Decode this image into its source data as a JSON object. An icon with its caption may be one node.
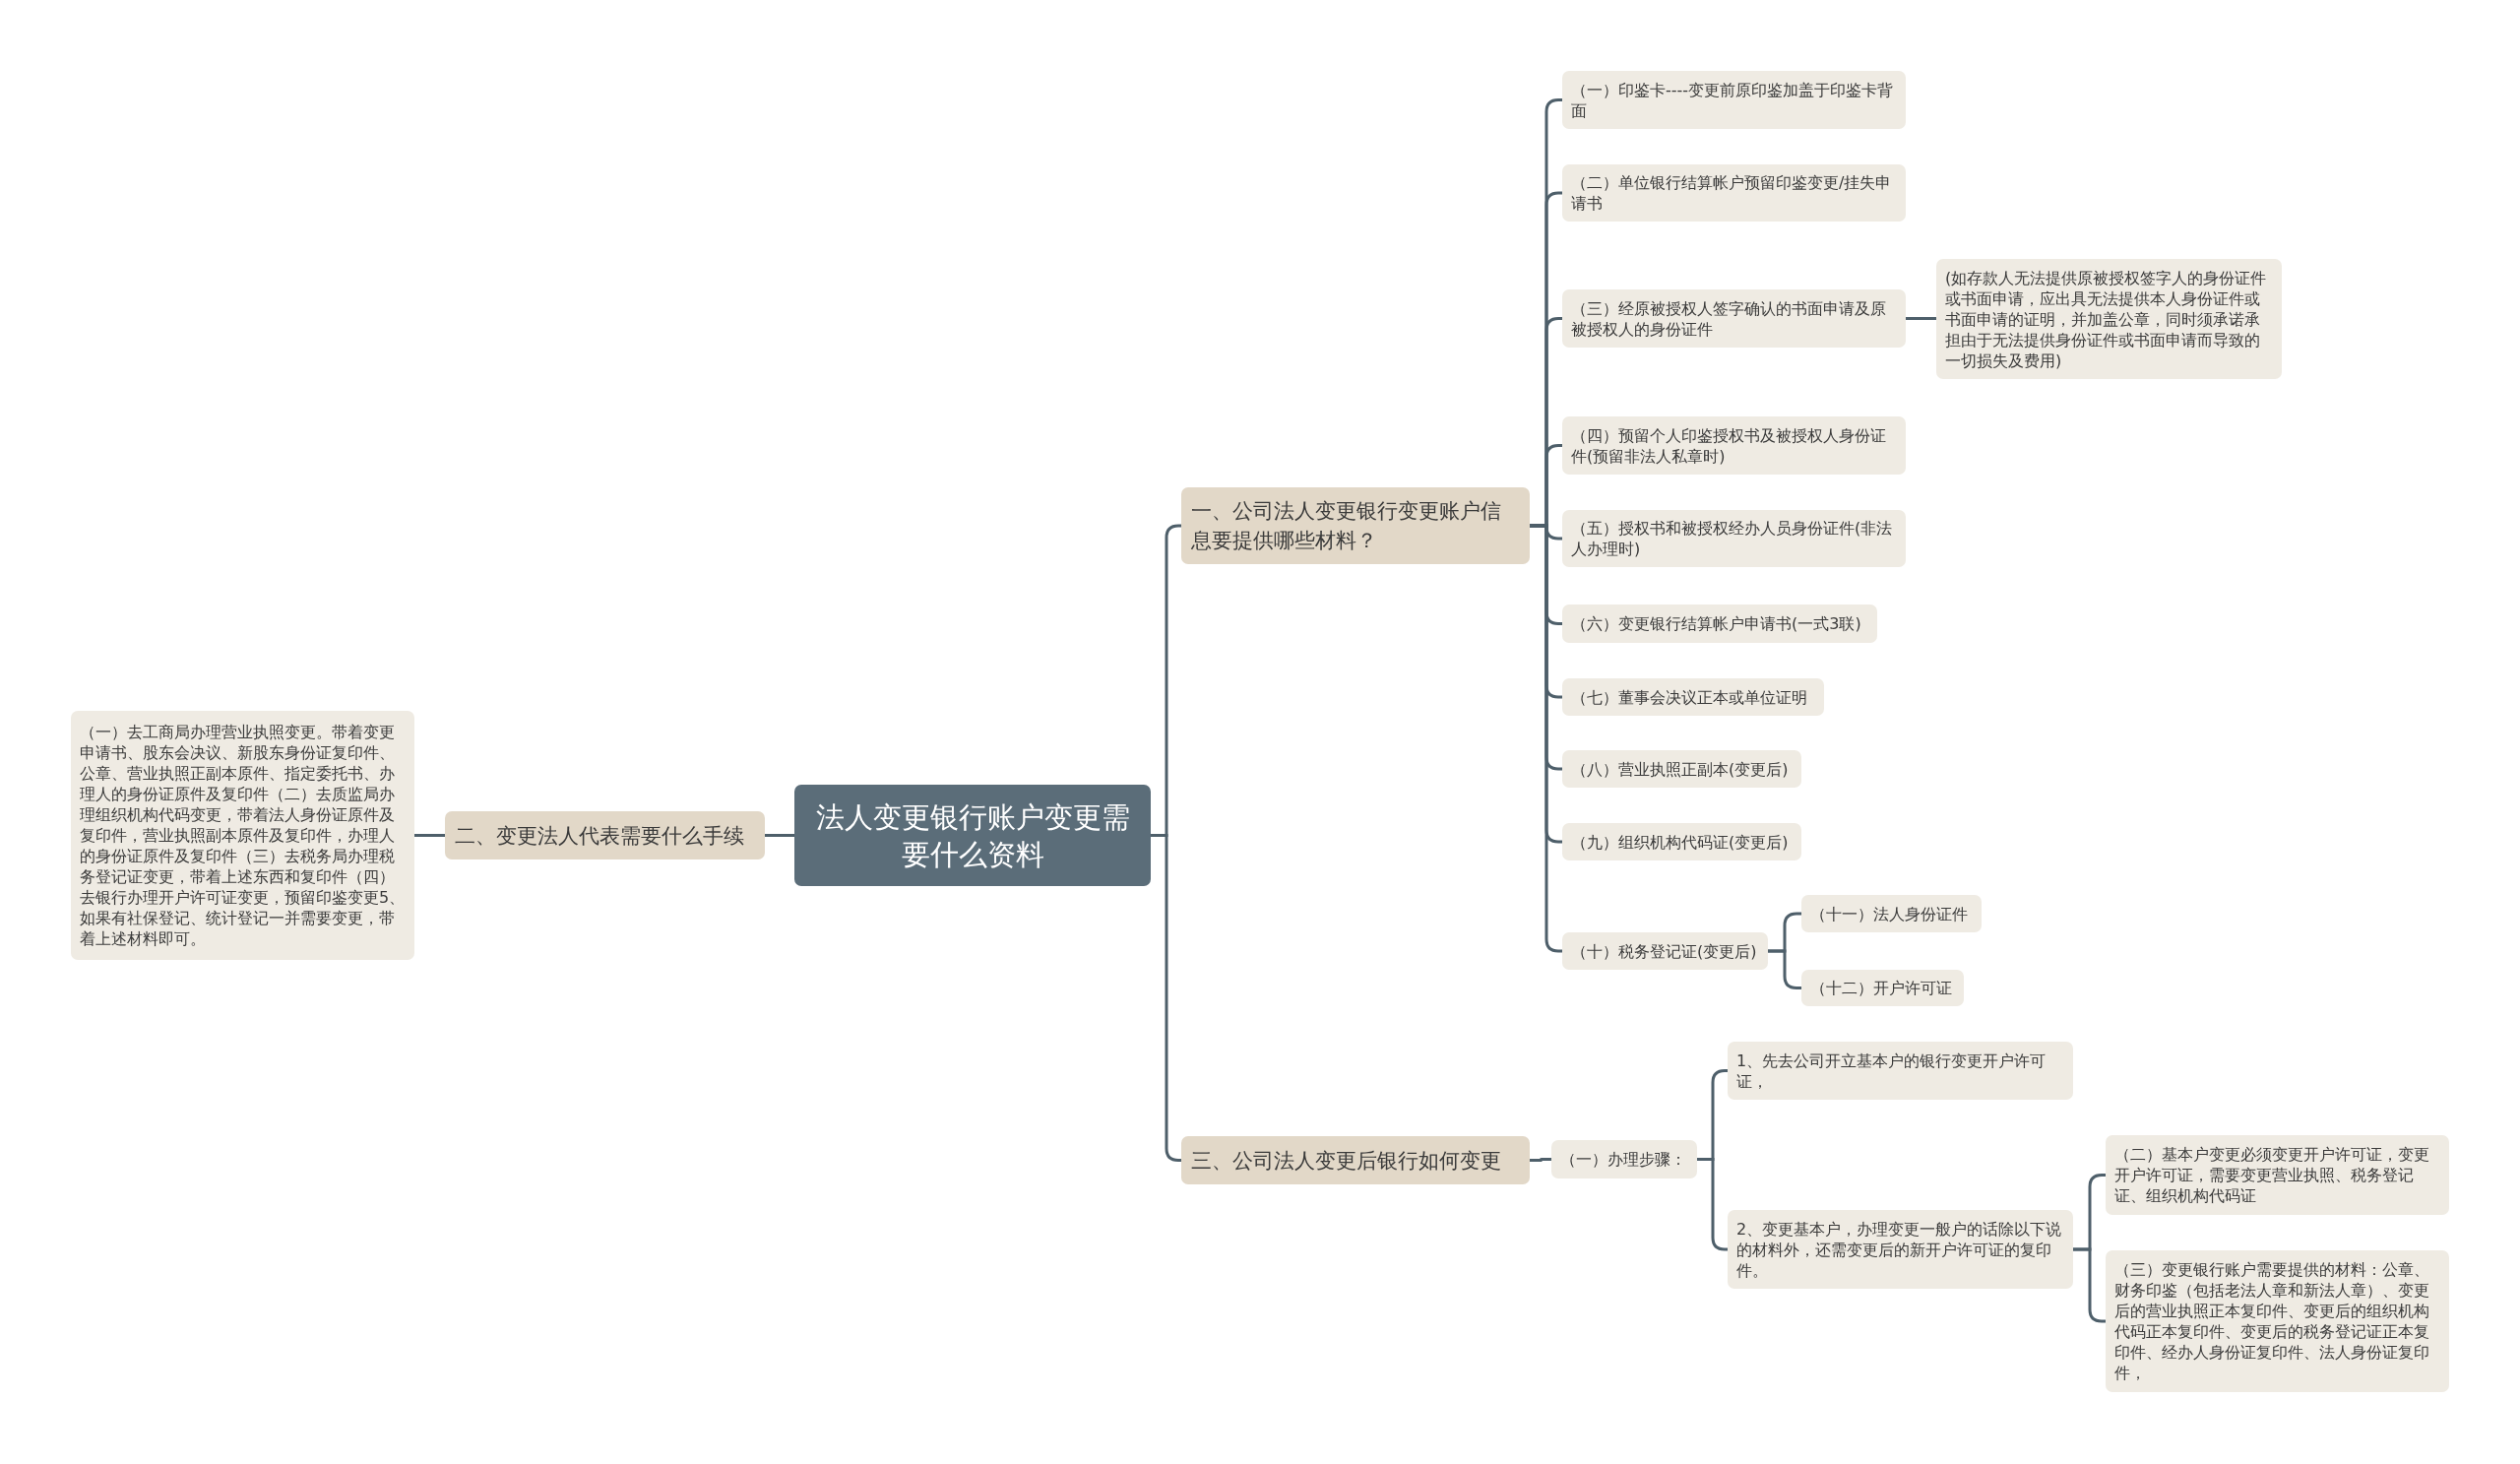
{
  "diagram": {
    "nodes": [
      {
        "text": [
          "法人变更银行账户变更需要什么资料"
        ]
      },
      {
        "text": [
          "一、公司法人变更银行变更账户信息要提供哪些材料？"
        ]
      },
      {
        "text": [
          "（一）印鉴卡----变更前原印鉴加盖于印鉴卡背面"
        ]
      },
      {
        "text": [
          "（二）单位银行结算帐户预留印鉴变更/挂失申请书"
        ]
      },
      {
        "text": [
          "（三）经原被授权人签字确认的书面申请及原被授权人的身份证件"
        ]
      },
      {
        "text": [
          "(如存款人无法提供原被授权签字人的身份证件或书面申请，应出具无法提供本人身份证件或书面申请的证明，并加盖公章，同时须承诺承担由于无法提供身份证件或书面申请而导致的一切损失及费用)"
        ]
      },
      {
        "text": [
          "（四）预留个人印鉴授权书及被授权人身份证件(预留非法人私章时)"
        ]
      },
      {
        "text": [
          "（五）授权书和被授权经办人员身份证件(非法人办理时)"
        ]
      },
      {
        "text": [
          "（六）变更银行结算帐户申请书(一式3联)"
        ]
      },
      {
        "text": [
          "（七）董事会决议正本或单位证明"
        ]
      },
      {
        "text": [
          "（八）营业执照正副本(变更后)"
        ]
      },
      {
        "text": [
          "（九）组织机构代码证(变更后)"
        ]
      },
      {
        "text": [
          "（十）税务登记证(变更后)"
        ]
      },
      {
        "text": [
          "（十一）法人身份证件"
        ]
      },
      {
        "text": [
          "（十二）开户许可证"
        ]
      },
      {
        "text": [
          "三、公司法人变更后银行如何变更"
        ]
      },
      {
        "text": [
          "（一）办理步骤："
        ]
      },
      {
        "text": [
          "1、先去公司开立基本户的银行变更开户许可证，"
        ]
      },
      {
        "text": [
          "2、变更基本户，办理变更一般户的话除以下说的材料外，还需变更后的新开户许可证的复印件。"
        ]
      },
      {
        "text": [
          "（二）基本户变更必须变更开户许可证，变更开户许可证，需要变更营业执照、税务登记证、组织机构代码证"
        ]
      },
      {
        "text": [
          "（三）变更银行账户需要提供的材料：公章、财务印鉴（包括老法人章和新法人章）、变更后的营业执照正本复印件、变更后的组织机构代码正本复印件、变更后的税务登记证正本复印件、经办人身份证复印件、法人身份证复印件，"
        ]
      },
      {
        "text": [
          "二、变更法人代表需要什么手续"
        ]
      },
      {
        "text": [
          "（一）去工商局办理营业执照变更。带着变更申请书、股东会决议、新股东身份证复印件、公章、营业执照正副本原件、指定委托书、办理人的身份证原件及复印件（二）去质监局办理组织机构代码变更，带着法人身份证原件及复印件，营业执照副本原件及复印件，办理人的身份证原件及复印件（三）去税务局办理税务登记证变更，带着上述东西和复印件（四）去银行办理开户许可证变更，预留印鉴变更5、如果有社保登记、统计登记一并需要变更，带着上述材料即可。"
        ]
      }
    ],
    "edges": [
      {
        "from": 0,
        "to": 1,
        "arrow": "none"
      },
      {
        "from": 1,
        "to": 2,
        "arrow": "none"
      },
      {
        "from": 1,
        "to": 3,
        "arrow": "none"
      },
      {
        "from": 1,
        "to": 4,
        "arrow": "none"
      },
      {
        "from": 4,
        "to": 5,
        "arrow": "none"
      },
      {
        "from": 1,
        "to": 6,
        "arrow": "none"
      },
      {
        "from": 1,
        "to": 7,
        "arrow": "none"
      },
      {
        "from": 1,
        "to": 8,
        "arrow": "none"
      },
      {
        "from": 1,
        "to": 9,
        "arrow": "none"
      },
      {
        "from": 1,
        "to": 10,
        "arrow": "none"
      },
      {
        "from": 1,
        "to": 11,
        "arrow": "none"
      },
      {
        "from": 1,
        "to": 12,
        "arrow": "none"
      },
      {
        "from": 12,
        "to": 13,
        "arrow": "none"
      },
      {
        "from": 12,
        "to": 14,
        "arrow": "none"
      },
      {
        "from": 0,
        "to": 15,
        "arrow": "none"
      },
      {
        "from": 15,
        "to": 16,
        "arrow": "none"
      },
      {
        "from": 16,
        "to": 17,
        "arrow": "none"
      },
      {
        "from": 16,
        "to": 18,
        "arrow": "none"
      },
      {
        "from": 18,
        "to": 19,
        "arrow": "none"
      },
      {
        "from": 18,
        "to": 20,
        "arrow": "none"
      },
      {
        "from": 0,
        "to": 21,
        "arrow": "none"
      },
      {
        "from": 21,
        "to": 22,
        "arrow": "none"
      }
    ]
  }
}
